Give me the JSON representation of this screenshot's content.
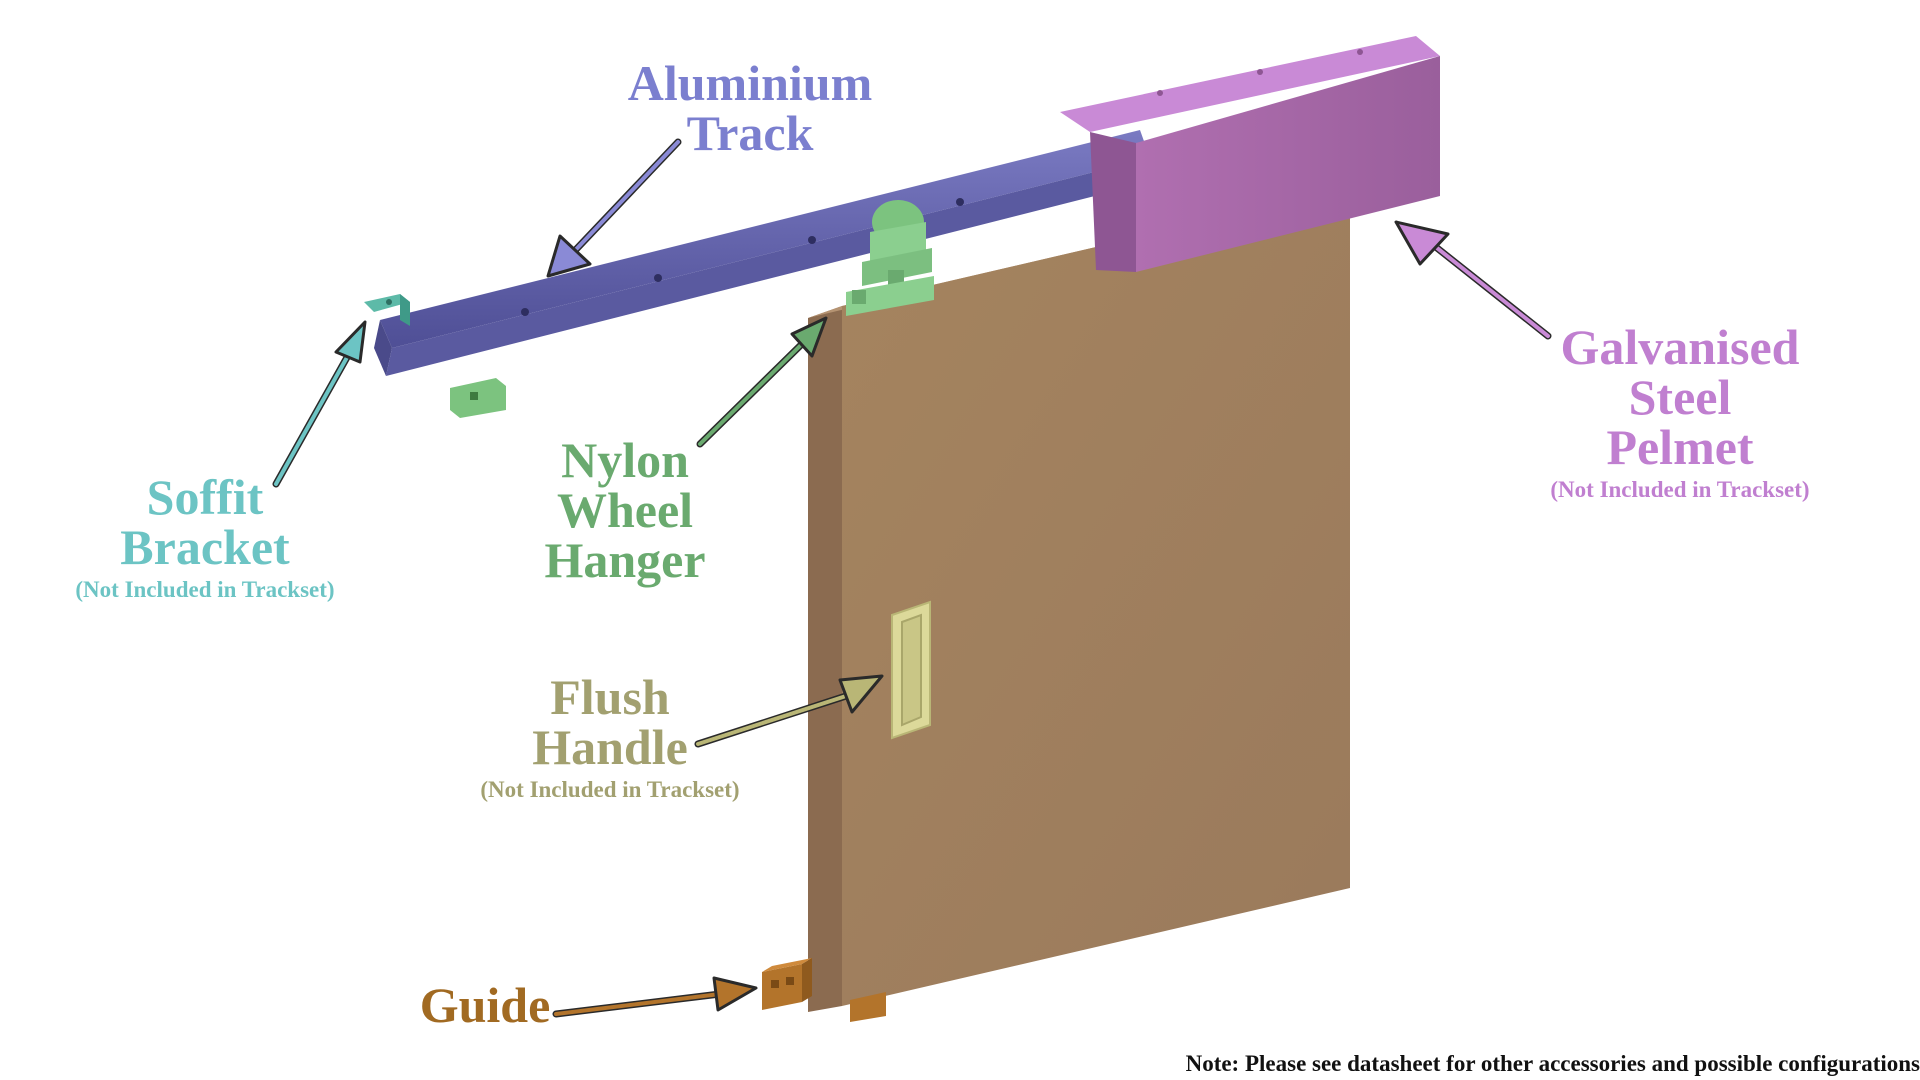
{
  "labels": {
    "track": {
      "lines": [
        "Aluminium",
        "Track"
      ]
    },
    "pelmet": {
      "lines": [
        "Galvanised",
        "Steel",
        "Pelmet"
      ],
      "note": "(Not Included in Trackset)"
    },
    "soffit": {
      "lines": [
        "Soffit",
        "Bracket"
      ],
      "note": "(Not Included in Trackset)"
    },
    "hanger": {
      "lines": [
        "Nylon",
        "Wheel",
        "Hanger"
      ]
    },
    "flush": {
      "lines": [
        "Flush",
        "Handle"
      ],
      "note": "(Not Included in Trackset)"
    },
    "guide": {
      "lines": [
        "Guide"
      ]
    }
  },
  "footer_note": "Note: Please see datasheet for other accessories and possible configurations",
  "colors": {
    "track": "#7b7fcf",
    "pelmet": "#c07fd0",
    "soffit": "#6cc4c4",
    "hanger": "#6aaa6f",
    "flush": "#a2a070",
    "guide": "#a16a22",
    "door_face": "#a07f60",
    "door_edge": "#8a6a4f",
    "track_metal": "#5e5ea6",
    "hardware_green": "#8bcf8f"
  }
}
